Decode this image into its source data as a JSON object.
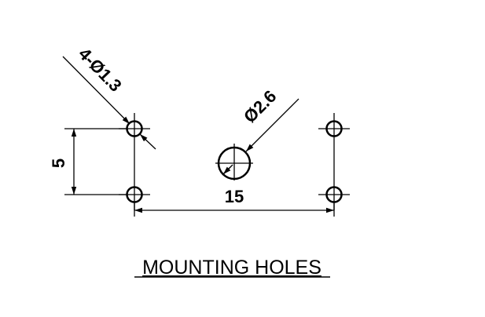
{
  "diagram": {
    "title": "MOUNTING HOLES",
    "small_hole_callout": "4-Ø1.3",
    "large_hole_callout": "Ø2.6",
    "vertical_spacing": "5",
    "horizontal_spacing": "15",
    "line_color": "#000000",
    "background_color": "#ffffff"
  }
}
